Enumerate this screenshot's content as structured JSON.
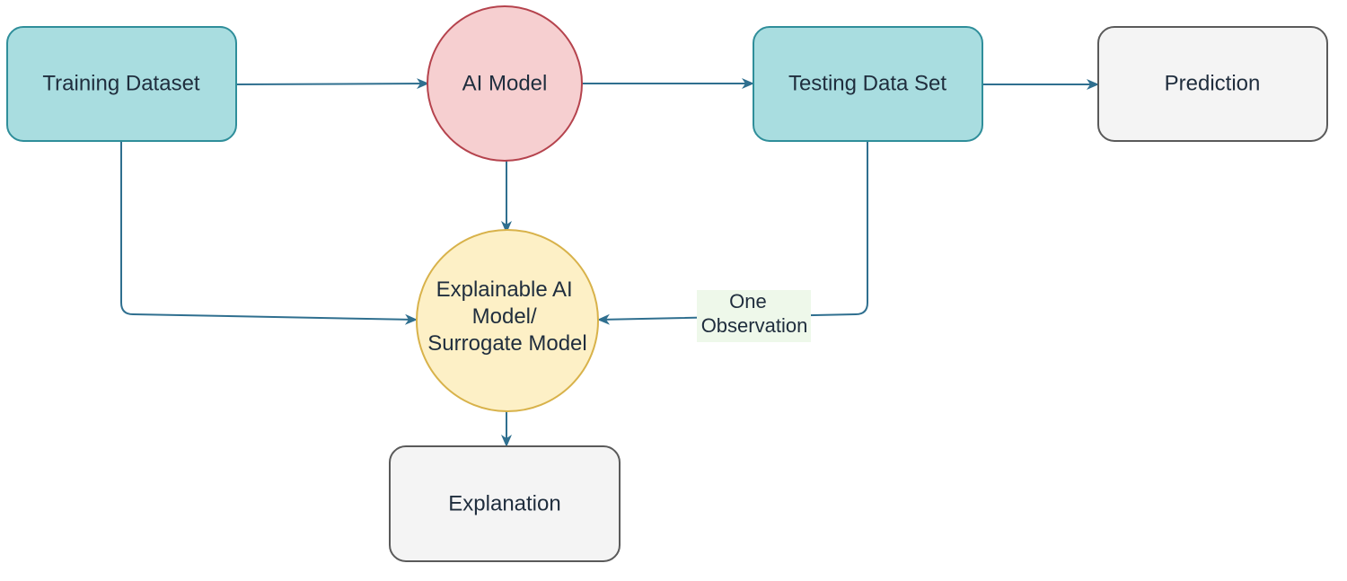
{
  "diagram": {
    "nodes": {
      "training_dataset": {
        "label": "Training Dataset"
      },
      "ai_model": {
        "label": "AI Model"
      },
      "testing_dataset": {
        "label": "Testing Data Set"
      },
      "prediction": {
        "label": "Prediction"
      },
      "explainable_model": {
        "label_lines": [
          "Explainable AI",
          "Model/",
          "Surrogate Model"
        ]
      },
      "explanation": {
        "label": "Explanation"
      }
    },
    "edges": {
      "testing_to_explainable_label_lines": [
        "One",
        "Observation"
      ]
    },
    "colors": {
      "dataset_fill": "#a9dde0",
      "dataset_stroke": "#2f8e9a",
      "model_fill": "#f6cfd0",
      "model_stroke": "#b5434d",
      "explainable_fill": "#fdf0c6",
      "explainable_stroke": "#d8b24a",
      "output_fill": "#f4f4f4",
      "output_stroke": "#5a5a5a",
      "edge": "#2f6f8f",
      "label_bg": "#eef8ea"
    }
  }
}
